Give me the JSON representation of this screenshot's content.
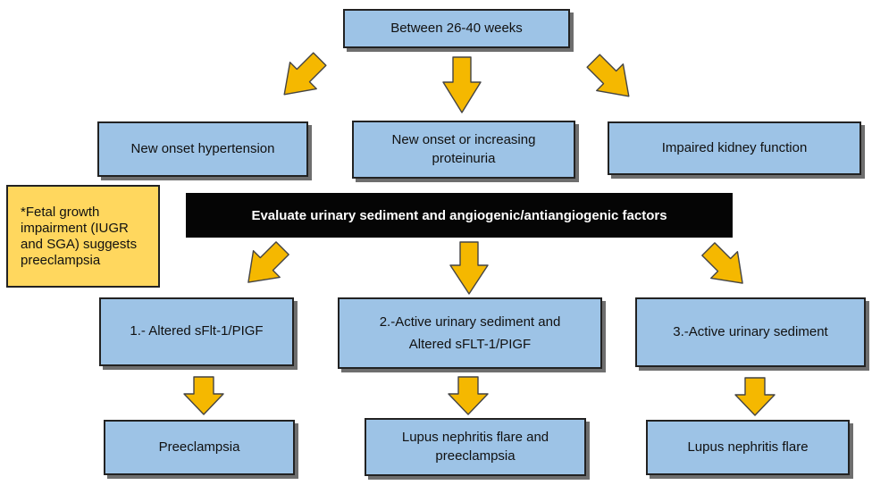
{
  "header": {
    "label": "Between 26-40 weeks"
  },
  "criteria": [
    {
      "label": "New onset hypertension"
    },
    {
      "label": "New onset or increasing proteinuria"
    },
    {
      "label": "Impaired kidney function"
    }
  ],
  "note": {
    "label": "*Fetal growth impairment (IUGR and SGA) suggests preeclampsia"
  },
  "evaluate": {
    "label": "Evaluate urinary sediment and angiogenic/antiangiogenic factors"
  },
  "findings": [
    {
      "label": "1.- Altered sFlt-1/PIGF"
    },
    {
      "label": "2.-Active urinary sediment and Altered sFLT-1/PIGF"
    },
    {
      "label": "3.-Active urinary sediment"
    }
  ],
  "outcomes": [
    {
      "label": "Preeclampsia"
    },
    {
      "label": "Lupus nephritis flare and preeclampsia"
    },
    {
      "label": "Lupus nephritis flare"
    }
  ],
  "colors": {
    "box_fill": "#9dc3e6",
    "note_fill": "#ffd75e",
    "banner_fill": "#050505",
    "arrow_fill": "#f5b800"
  }
}
